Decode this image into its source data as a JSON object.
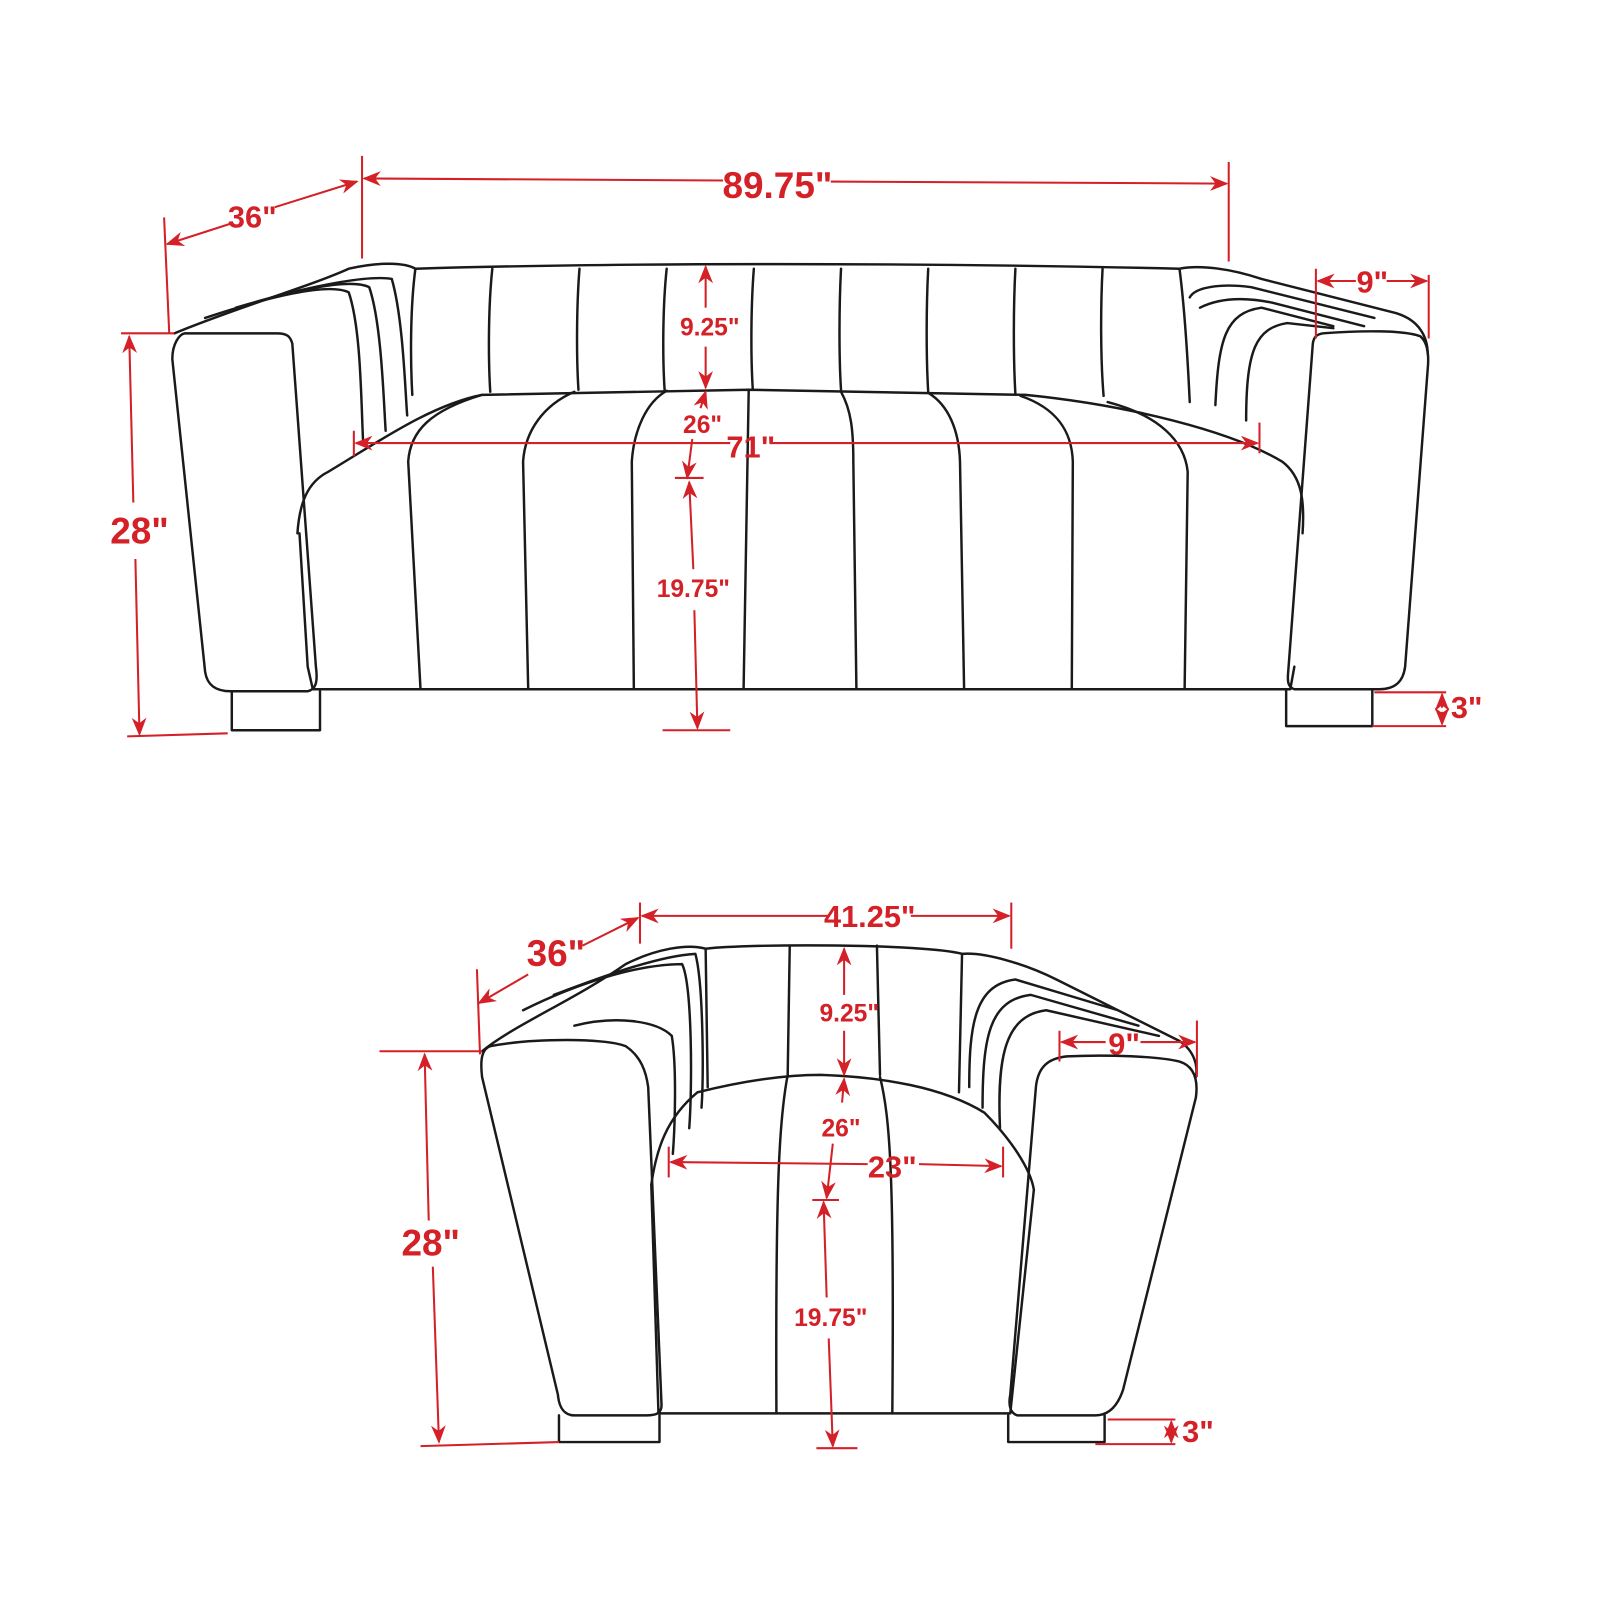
{
  "colors": {
    "dimension": "#d42027",
    "outline": "#1a1a1a",
    "background": "#ffffff"
  },
  "sofa": {
    "overall_width": "89.75\"",
    "depth": "36\"",
    "arm_width": "9\"",
    "back_height": "9.25\"",
    "seat_depth": "26\"",
    "seat_width": "71\"",
    "seat_height": "19.75\"",
    "overall_height": "28\"",
    "leg_height": "3\""
  },
  "chair": {
    "overall_width": "41.25\"",
    "depth": "36\"",
    "arm_width": "9\"",
    "back_height": "9.25\"",
    "seat_depth": "26\"",
    "seat_width": "23\"",
    "seat_height": "19.75\"",
    "overall_height": "28\"",
    "leg_height": "3\""
  }
}
